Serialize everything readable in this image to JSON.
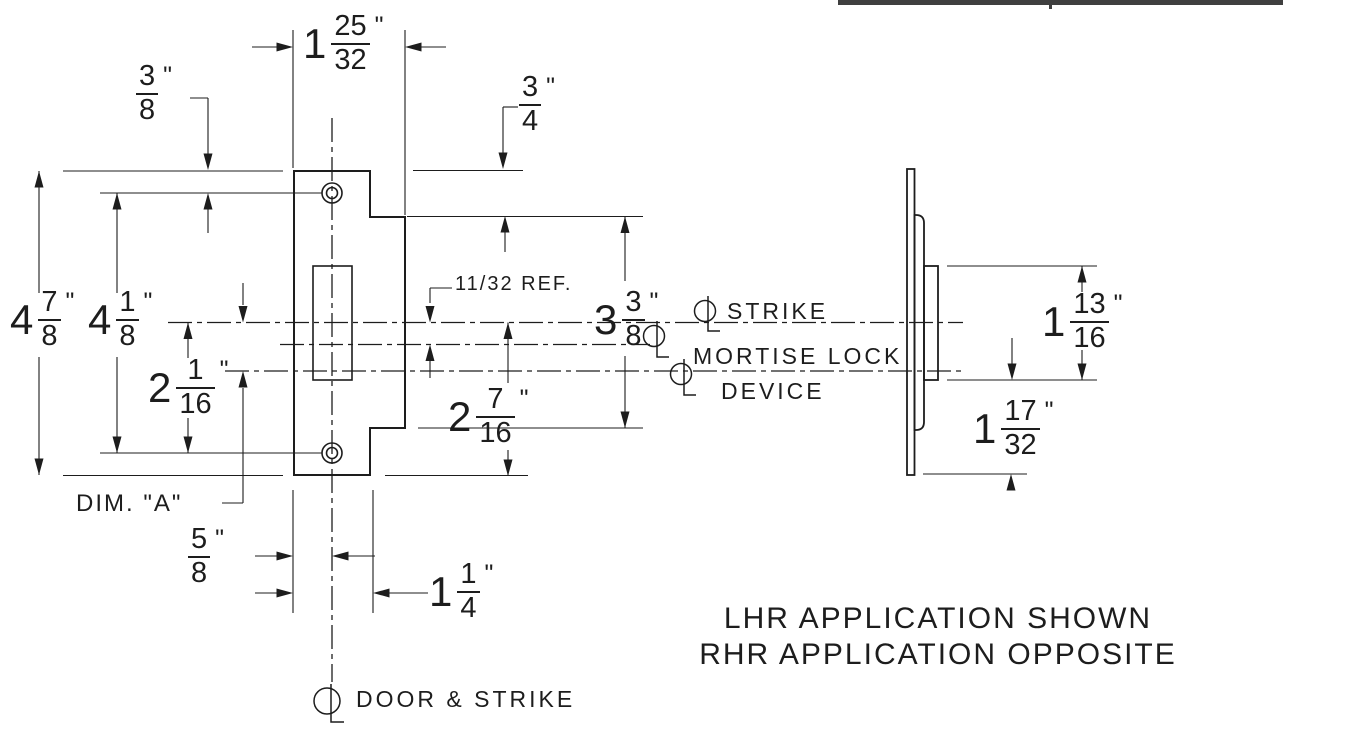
{
  "drawing": {
    "title_notes": {
      "line1": "LHR APPLICATION SHOWN",
      "line2": "RHR APPLICATION OPPOSITE"
    },
    "centerline_labels": {
      "strike": "STRIKE",
      "mortise_lock": "MORTISE LOCK",
      "device": "DEVICE",
      "door_strike": "DOOR & STRIKE"
    },
    "dims": {
      "top_width": {
        "whole": "1",
        "num": "25",
        "den": "32",
        "unit": "\""
      },
      "screw_offset_top": {
        "num": "3",
        "den": "8",
        "unit": "\""
      },
      "lip_offset_top": {
        "num": "3",
        "den": "4",
        "unit": "\""
      },
      "plate_height": {
        "whole": "4",
        "num": "7",
        "den": "8",
        "unit": "\""
      },
      "screw_spacing": {
        "whole": "4",
        "num": "1",
        "den": "8",
        "unit": "\""
      },
      "cl_to_screw": {
        "whole": "2",
        "num": "1",
        "den": "16",
        "unit": "\""
      },
      "ref_offset": {
        "text": "11/32 REF."
      },
      "lip_height": {
        "whole": "3",
        "num": "3",
        "den": "8",
        "unit": "\""
      },
      "cl_to_bottom": {
        "whole": "2",
        "num": "7",
        "den": "16",
        "unit": "\""
      },
      "dim_a": {
        "text": "DIM. \"A\""
      },
      "cl_offset_left": {
        "num": "5",
        "den": "8",
        "unit": "\""
      },
      "plate_width": {
        "whole": "1",
        "num": "1",
        "den": "4",
        "unit": "\""
      },
      "box_height": {
        "whole": "1",
        "num": "13",
        "den": "16",
        "unit": "\""
      },
      "box_to_bottom": {
        "whole": "1",
        "num": "17",
        "den": "32",
        "unit": "\""
      }
    }
  }
}
